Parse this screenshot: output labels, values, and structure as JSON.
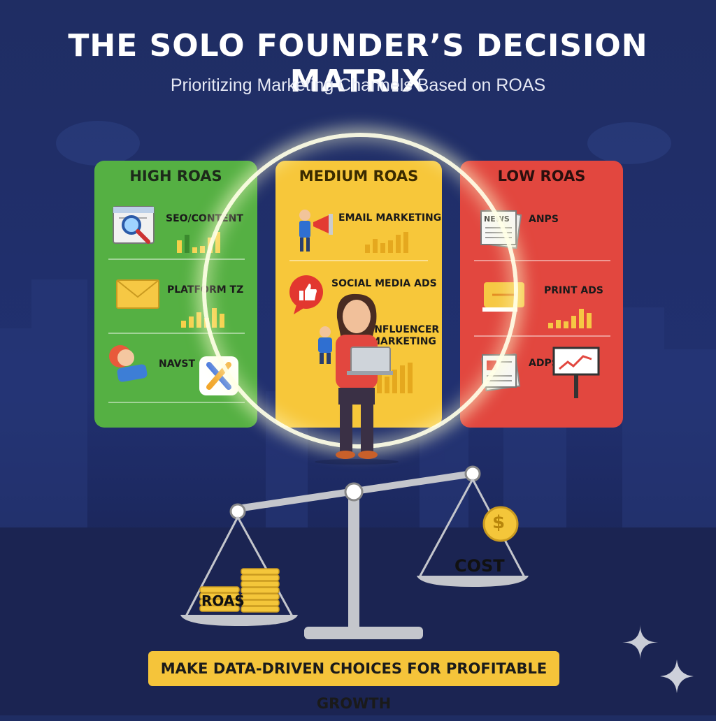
{
  "header": {
    "title": "THE SOLO FOUNDER’S DECISION MATRIX",
    "subtitle": "Prioritizing Marketing Channels Based on ROAS"
  },
  "columns": {
    "high": {
      "title": "HIGH ROAS",
      "items": [
        {
          "label": "SEO/CONTENT",
          "icon": "magnifier-browser-icon"
        },
        {
          "label": "PLATFORM TZ",
          "icon": "envelope-icon"
        },
        {
          "label": "NAVST",
          "icon": "x-app-icon"
        }
      ]
    },
    "medium": {
      "title": "MEDIUM ROAS",
      "items": [
        {
          "label": "EMAIL MARKETING",
          "icon": "megaphone-person-icon"
        },
        {
          "label": "SOCIAL MEDIA ADS",
          "icon": "thumbs-up-bubble-icon"
        },
        {
          "label": "INFLUENCER MARKETING",
          "icon": "person-on-laptop-icon"
        }
      ]
    },
    "low": {
      "title": "LOW ROAS",
      "items": [
        {
          "label": "ANPS",
          "icon": "newspaper-icon"
        },
        {
          "label": "PRINT ADS",
          "icon": "speech-bubble-icon"
        },
        {
          "label": "ADPS",
          "icon": "billboard-icon"
        }
      ]
    }
  },
  "newspaper_word": "NEWS",
  "scale": {
    "left_label": "ROAS",
    "right_label": "COST",
    "coin_symbol": "$"
  },
  "banner": "MAKE DATA-DRIVEN CHOICES FOR PROFITABLE GROWTH",
  "colors": {
    "high": "#55b043",
    "medium": "#f7c73a",
    "low": "#e2473f",
    "background": "#1f2d63",
    "accent": "#f5c43a"
  }
}
